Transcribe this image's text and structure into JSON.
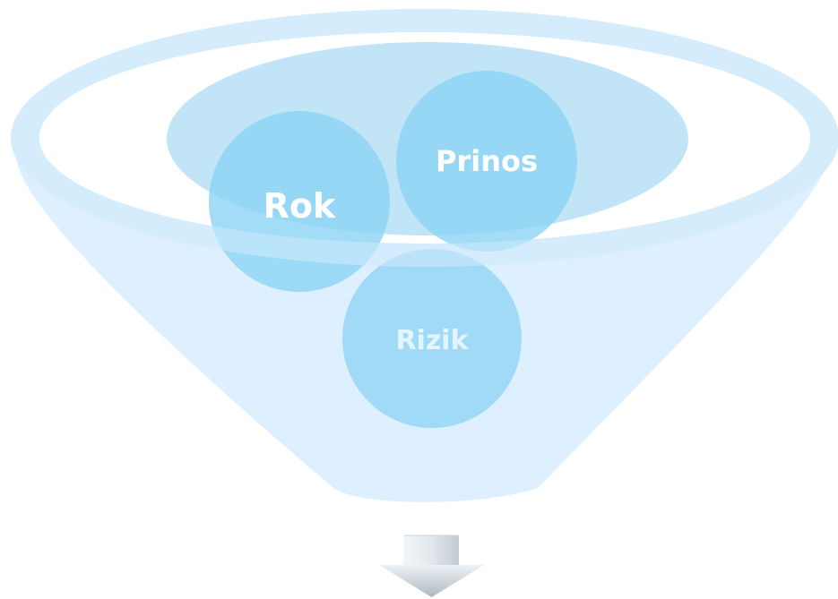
{
  "diagram": {
    "type": "funnel",
    "items": [
      {
        "label": "Rok"
      },
      {
        "label": "Prinos"
      },
      {
        "label": "Rizik"
      }
    ],
    "colors": {
      "funnel_body": "#dcefff",
      "funnel_rim": "#d4ecfb",
      "funnel_inner": "#c2e4f7",
      "circle_fill": "#8ed4f5",
      "label_white": "#ffffff",
      "label_faint": "#e3f5fd",
      "arrow_light": "#eef1f3",
      "arrow_dark": "#b6c1c8"
    },
    "icons": [
      "down-arrow-icon"
    ]
  }
}
